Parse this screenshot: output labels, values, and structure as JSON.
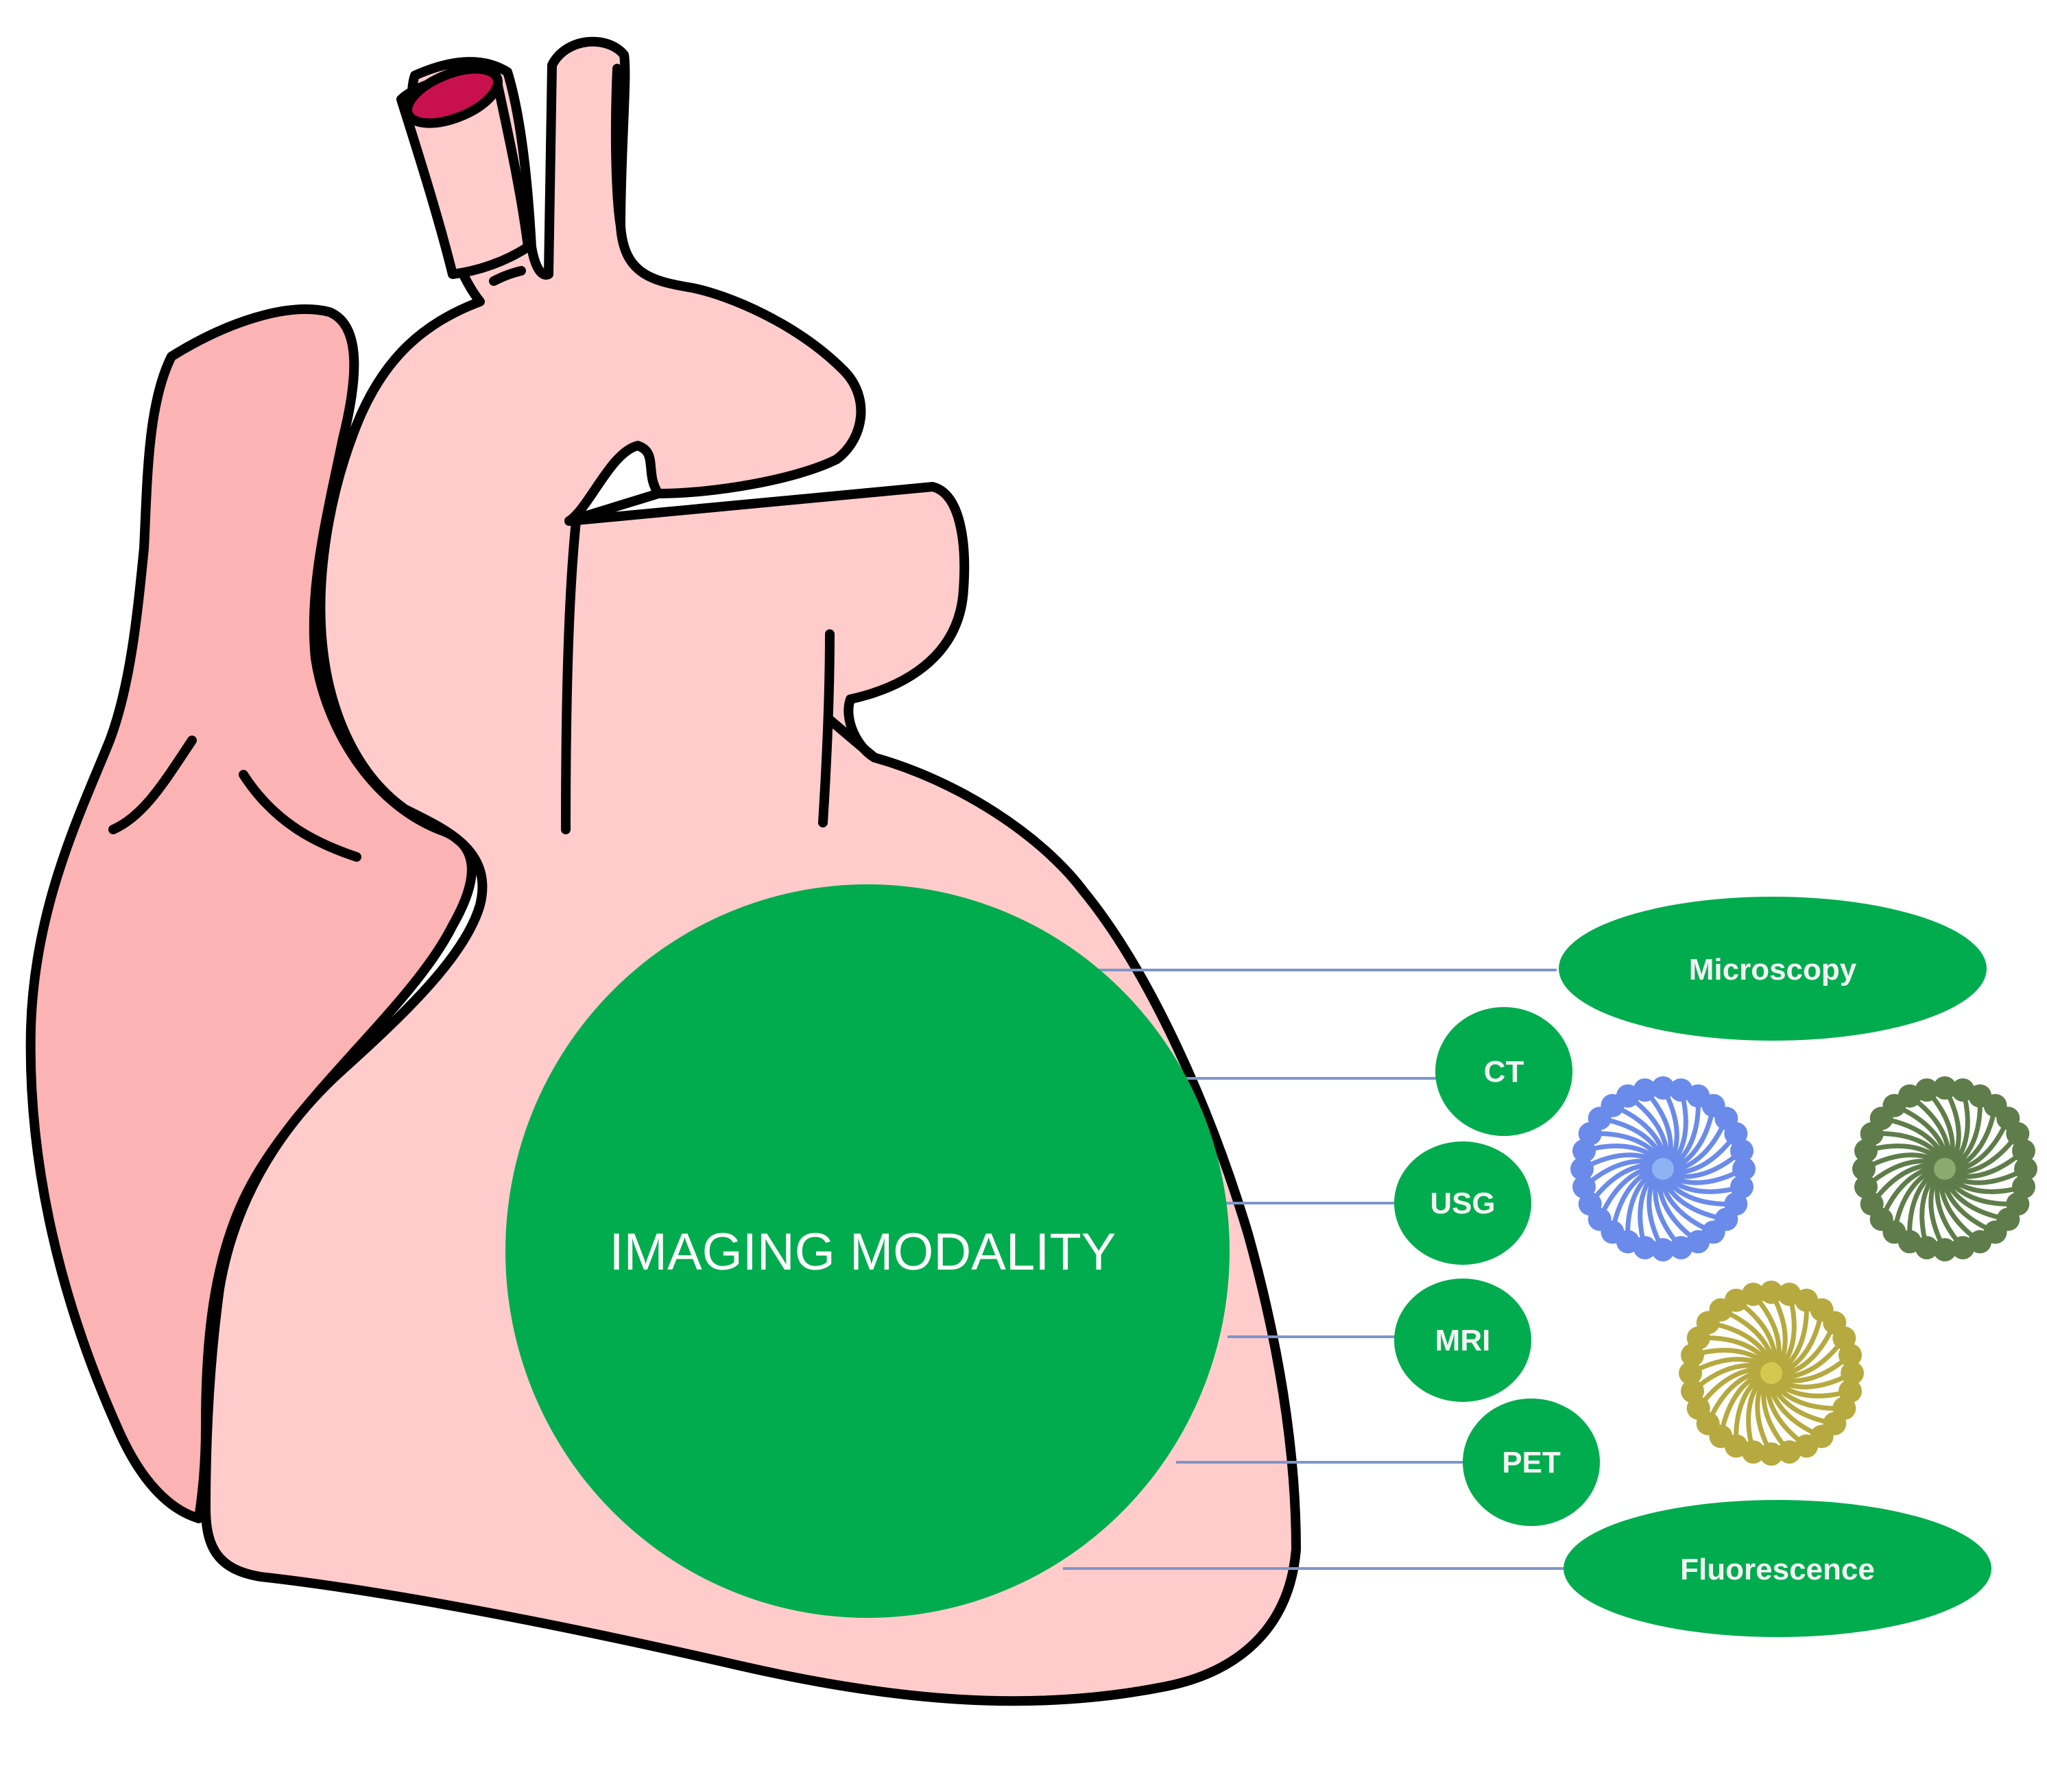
{
  "colors": {
    "heart_light": "#FFCCCB",
    "heart_dark": "#FBB3B3",
    "vessel_opening": "#C8104E",
    "outline": "#000000",
    "modality_green": "#00AC4E",
    "connector": "#7F95C9",
    "text_on_green": "#FFFFFF"
  },
  "illustration": {
    "subject": "heart-outline",
    "icons": [
      "vessel-opening-icon",
      "nanoparticle-icon"
    ]
  },
  "hub": {
    "label": "IMAGING MODALITY"
  },
  "modalities": [
    {
      "id": "microscopy",
      "label": "Microscopy"
    },
    {
      "id": "ct",
      "label": "CT"
    },
    {
      "id": "usg",
      "label": "USG"
    },
    {
      "id": "mri",
      "label": "MRI"
    },
    {
      "id": "pet",
      "label": "PET"
    },
    {
      "id": "fluorescence",
      "label": "Fluorescence"
    }
  ],
  "nanoparticles": [
    {
      "id": "blue",
      "color": "#6A8BEA",
      "center_color": "#8FB2F2"
    },
    {
      "id": "green",
      "color": "#5E7D4A",
      "center_color": "#8AAA6E"
    },
    {
      "id": "yellow",
      "color": "#B6A93F",
      "center_color": "#D6C84F"
    }
  ]
}
